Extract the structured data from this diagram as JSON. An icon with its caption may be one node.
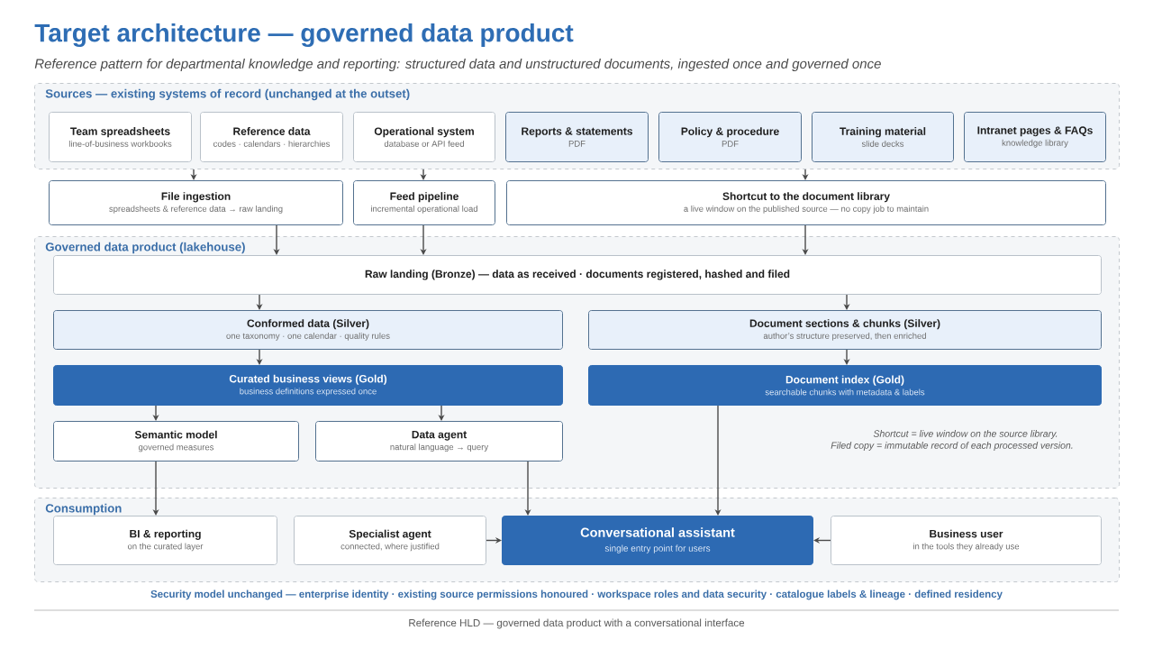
{
  "diagram": {
    "title": "Target architecture — governed data product",
    "caption": "Reference HLD — governed data product with a conversational interface",
    "nodes": [
      {
        "text": [
          "Sources — existing systems of record (unchanged at the outset)"
        ]
      },
      {
        "text": [
          "Team spreadsheets",
          "line-of-business workbooks"
        ],
        "in": 0
      },
      {
        "text": [
          "Reference data",
          "codes · calendars · hierarchies"
        ],
        "in": 0
      },
      {
        "text": [
          "Operational system",
          "database or API feed"
        ],
        "in": 0
      },
      {
        "text": [
          "Reports & statements",
          "PDF"
        ],
        "in": 0
      },
      {
        "text": [
          "Policy & procedure",
          "PDF"
        ],
        "in": 0
      },
      {
        "text": [
          "Training material",
          "slide decks"
        ],
        "in": 0
      },
      {
        "text": [
          "Intranet pages & FAQs",
          "knowledge library"
        ],
        "in": 0
      },
      {
        "text": [
          "File ingestion",
          "spreadsheets & reference data → raw landing"
        ]
      },
      {
        "text": [
          "Feed pipeline",
          "incremental operational load"
        ]
      },
      {
        "text": [
          "Shortcut to the document library",
          "a live window on the published source — no copy job to maintain"
        ]
      },
      {
        "text": [
          "Governed data product (lakehouse)"
        ]
      },
      {
        "text": [
          "Raw landing (Bronze) — data as received · documents registered, hashed and filed"
        ],
        "in": 11
      },
      {
        "text": [
          "Conformed data (Silver)",
          "one taxonomy · one calendar · quality rules"
        ],
        "in": 11
      },
      {
        "text": [
          "Document sections & chunks (Silver)",
          "author’s structure preserved, then enriched"
        ],
        "in": 11
      },
      {
        "text": [
          "Curated business views (Gold)",
          "business definitions expressed once"
        ],
        "in": 11
      },
      {
        "text": [
          "Document index (Gold)",
          "searchable chunks with metadata & labels"
        ],
        "in": 11
      },
      {
        "text": [
          "Semantic model",
          "governed measures"
        ],
        "in": 11
      },
      {
        "text": [
          "Data agent",
          "natural language → query"
        ],
        "in": 11
      },
      {
        "text": [
          "Consumption"
        ]
      },
      {
        "text": [
          "BI & reporting",
          "on the curated layer"
        ],
        "in": 19
      },
      {
        "text": [
          "Specialist agent",
          "connected, where justified"
        ],
        "in": 19
      },
      {
        "text": [
          "Conversational assistant",
          "single entry point for users"
        ],
        "in": 19
      },
      {
        "text": [
          "Business user",
          "in the tools they already use"
        ],
        "in": 19
      }
    ],
    "edges": [
      {
        "from": 0,
        "to": 8,
        "arrow": "to"
      },
      {
        "from": 0,
        "to": 9,
        "arrow": "to"
      },
      {
        "from": 0,
        "to": 10,
        "arrow": "to"
      },
      {
        "from": 8,
        "to": 12,
        "arrow": "to"
      },
      {
        "from": 9,
        "to": 12,
        "arrow": "to"
      },
      {
        "from": 10,
        "to": 12,
        "arrow": "to"
      },
      {
        "from": 12,
        "to": 13,
        "arrow": "to"
      },
      {
        "from": 12,
        "to": 14,
        "arrow": "to"
      },
      {
        "from": 13,
        "to": 15,
        "arrow": "to"
      },
      {
        "from": 14,
        "to": 16,
        "arrow": "to"
      },
      {
        "from": 15,
        "to": 17,
        "arrow": "to"
      },
      {
        "from": 15,
        "to": 18,
        "arrow": "to"
      },
      {
        "from": 17,
        "to": 20,
        "arrow": "to"
      },
      {
        "from": 18,
        "to": 22,
        "arrow": "to"
      },
      {
        "from": 16,
        "to": 22,
        "arrow": "to"
      },
      {
        "from": 21,
        "to": 22,
        "arrow": "to"
      },
      {
        "from": 23,
        "to": 22,
        "arrow": "to"
      }
    ],
    "labels": [
      "Reference pattern for departmental knowledge and reporting: structured data and unstructured documents, ingested once and governed once",
      "Shortcut = live window on the source library.",
      "Filed copy = immutable record of each processed version.",
      "Security model unchanged — enterprise identity · existing source permissions honoured · workspace roles and data security · catalogue labels & lineage · defined residency"
    ]
  }
}
